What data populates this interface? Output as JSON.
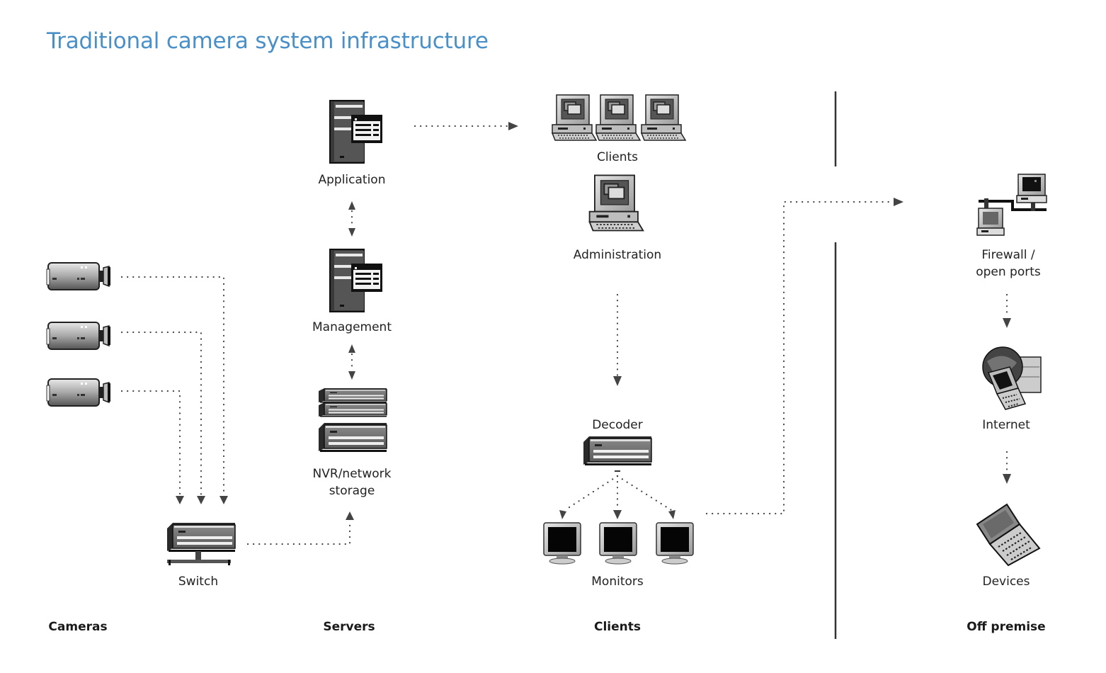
{
  "title": "Traditional camera system infrastructure",
  "colors": {
    "title": "#4a90c8",
    "lines": "#444444",
    "text": "#222222"
  },
  "sections": {
    "cameras": "Cameras",
    "servers": "Servers",
    "clients": "Clients",
    "off_premise": "Off premise"
  },
  "nodes": {
    "switch": "Switch",
    "application": "Application",
    "management": "Management",
    "nvr_line1": "NVR/network",
    "nvr_line2": "storage",
    "clients": "Clients",
    "administration": "Administration",
    "decoder": "Decoder",
    "monitors": "Monitors",
    "firewall_line1": "Firewall /",
    "firewall_line2": "open ports",
    "internet": "Internet",
    "devices": "Devices"
  },
  "icons": {
    "camera": "video-camera-icon",
    "switch": "network-switch-icon",
    "server": "server-icon",
    "nvr": "storage-rack-icon",
    "client": "desktop-computer-icon",
    "decoder": "decoder-box-icon",
    "monitor": "monitor-icon",
    "firewall": "network-computers-icon",
    "internet": "globe-computer-icon",
    "device": "laptop-icon"
  },
  "connections": [
    {
      "from": "camera-1",
      "to": "switch"
    },
    {
      "from": "camera-2",
      "to": "switch"
    },
    {
      "from": "camera-3",
      "to": "switch"
    },
    {
      "from": "switch",
      "to": "nvr"
    },
    {
      "from": "nvr",
      "to": "management",
      "bidirectional": true
    },
    {
      "from": "management",
      "to": "application",
      "bidirectional": true
    },
    {
      "from": "application",
      "to": "clients"
    },
    {
      "from": "administration",
      "to": "decoder"
    },
    {
      "from": "decoder",
      "to": "monitors"
    },
    {
      "from": "monitors",
      "to": "firewall"
    },
    {
      "from": "firewall",
      "to": "internet"
    },
    {
      "from": "internet",
      "to": "devices"
    }
  ]
}
